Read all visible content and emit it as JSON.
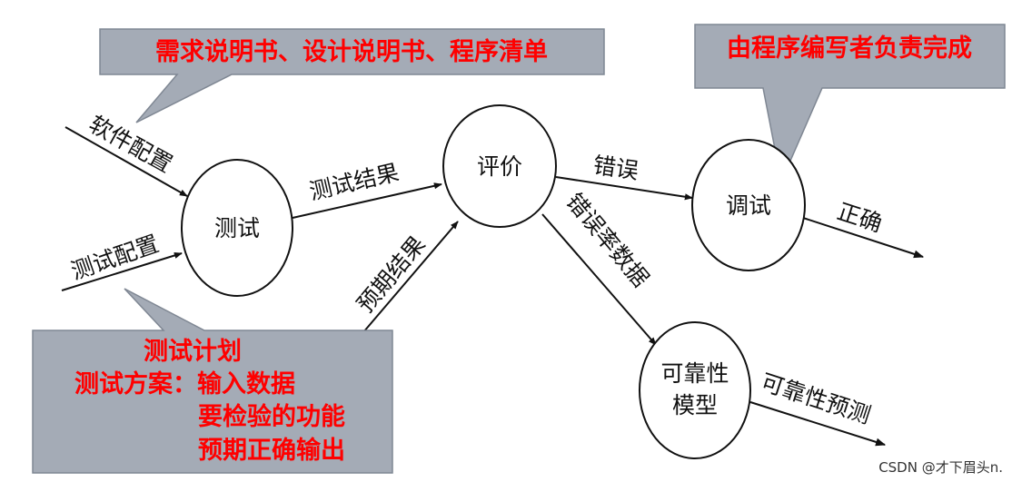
{
  "colors": {
    "callout_fill": "#a4abb6",
    "callout_stroke": "#7f8793",
    "callout_text": "#ff0000",
    "line": "#111111",
    "node_fill": "#ffffff"
  },
  "nodes": {
    "test": "测试",
    "evaluate": "评价",
    "debug": "调试",
    "reliability_model": [
      "可靠性",
      "模型"
    ]
  },
  "edge_labels": {
    "software_config": "软件配置",
    "test_config": "测试配置",
    "test_results": "测试结果",
    "expected_results": "预期结果",
    "errors": "错误",
    "error_rate_data": "错误率数据",
    "correct": "正确",
    "reliability_prediction": "可靠性预测"
  },
  "callouts": {
    "config_docs": "需求说明书、设计说明书、程序清单",
    "debug_owner": "由程序编写者负责完成",
    "test_plan": [
      "测试计划",
      "测试方案：输入数据",
      "要检验的功能",
      "预期正确输出"
    ]
  },
  "watermark": "CSDN @才下眉头n."
}
